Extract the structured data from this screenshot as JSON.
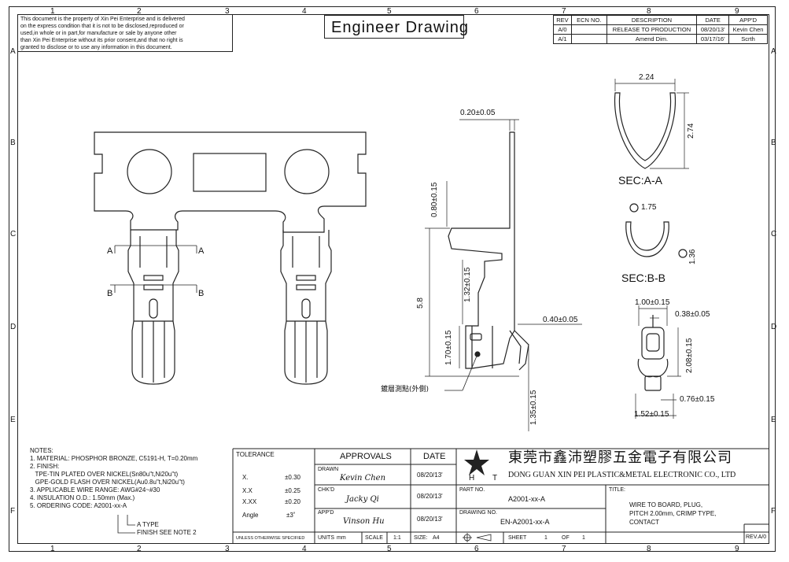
{
  "zones_top": [
    "1",
    "2",
    "3",
    "4",
    "5",
    "6",
    "7",
    "8",
    "9"
  ],
  "zones_side": [
    "A",
    "B",
    "C",
    "D",
    "E",
    "F"
  ],
  "notice": [
    "This document is the property of Xin Pei Enterprise and is delivered",
    "on the express condition that it is not to be disclosed,reproduced or",
    "used,in whole or in part,for manufacture or sale by anyone other",
    "than Xin Pei Enterprise without its prior consent,and that no right is",
    "granted to disclose or to use any information in this document."
  ],
  "header_title": "Engineer Drawing",
  "revision": {
    "headers": [
      "REV",
      "ECN NO.",
      "DESCRIPTION",
      "DATE",
      "APP'D"
    ],
    "rows": [
      [
        "A/0",
        "",
        "RELEASE TO PRODUCTION",
        "08/20/13'",
        "Kevin Chen"
      ],
      [
        "A/1",
        "",
        "Amend Dim.",
        "03/17/16'",
        "Scrth"
      ]
    ]
  },
  "dims": {
    "tab_thickness": "0.20±0.05",
    "top_height": "0.80±0.15",
    "total_height": "5.8",
    "mid_height": "1.32±0.15",
    "lower_height": "1.70±0.15",
    "bottom_height": "1.35±0.15",
    "right_thickness": "0.40±0.05",
    "sec_aa_width": "2.24",
    "sec_aa_height": "2.74",
    "sec_bb_width": "1.75",
    "sec_bb_height": "1.36",
    "front_width": "1.00±0.15",
    "front_slot": "0.38±0.05",
    "front_height": "2.08±0.15",
    "front_tail": "0.76±0.15",
    "front_base": "1.52±0.15"
  },
  "labels": {
    "sec_aa": "SEC:A-A",
    "sec_bb": "SEC:B-B",
    "marker_a": "A",
    "marker_b": "B",
    "plating_note": "鍍層測點(外側)"
  },
  "notes": {
    "heading": "NOTES:",
    "lines": [
      "1. MATERIAL: PHOSPHOR BRONZE, C5191-H, T=0.20mm",
      "2. FINISH:",
      "   TPE-TIN PLATED OVER NICKEL(Sn80u\"t,Ni20u\"t)",
      "   GPE-GOLD FLASH OVER NICKEL(Au0.8u\"t,Ni20u\"t)",
      "3. APPLICABLE WIRE RANGE: AWG#24~#30",
      "4. INSULATION O.D.: 1.50mm (Max.)",
      "5. ORDERING CODE: A2001-xx-A"
    ],
    "code_a": "A TYPE",
    "code_finish": "FINISH SEE NOTE 2"
  },
  "tolerance": {
    "title": "TOLERANCE",
    "rows": [
      [
        "X.",
        "±0.30"
      ],
      [
        "X.X",
        "±0.25"
      ],
      [
        "X.XX",
        "±0.20"
      ],
      [
        "Angle",
        "±3˚"
      ]
    ],
    "footer": "UNLESS OTHERWISE SPECIFIED"
  },
  "approvals": {
    "title": "APPROVALS",
    "date_title": "DATE",
    "drawn_label": "DRAWN",
    "drawn_name": "Kevin Chen",
    "drawn_date": "08/20/13'",
    "chk_label": "CHK'D",
    "chk_name": "Jacky Qi",
    "chk_date": "08/20/13'",
    "app_label": "APP'D",
    "app_name": "Vinson Hu",
    "app_date": "08/20/13'"
  },
  "company": {
    "name_cn": "東莞市鑫沛塑膠五金電子有限公司",
    "name_en": "DONG GUAN XIN PEI PLASTIC&METAL ELECTRONIC CO., LTD",
    "logo_left": "H",
    "logo_right": "T"
  },
  "part": {
    "part_label": "PART NO.",
    "part_no": "A2001-xx-A",
    "drawing_label": "DRAWING NO.",
    "drawing_no": "EN-A2001-xx-A",
    "title_label": "TITLE:",
    "title_lines": [
      "WIRE TO BOARD, PLUG,",
      "PITCH 2.00mm, CRIMP TYPE,",
      "CONTACT"
    ]
  },
  "footer": {
    "units_label": "UNITS",
    "units_value": "mm",
    "scale_label": "SCALE",
    "scale_value": "1:1",
    "size_label": "SIZE:",
    "size_value": "A4",
    "sheet_label": "SHEET",
    "sheet_value": "1",
    "of_label": "OF",
    "of_value": "1",
    "rev": "REV.A/0"
  }
}
